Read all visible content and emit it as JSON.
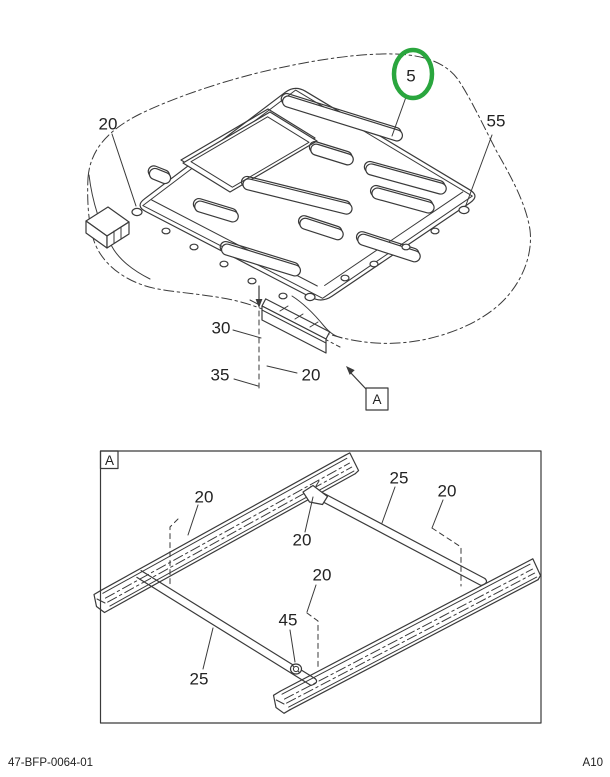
{
  "page": {
    "footer_left": "47-BFP-0064-01",
    "footer_right": "A10"
  },
  "colors": {
    "highlight": "#2aa63e"
  },
  "main_figure": {
    "callouts": {
      "panel": "5",
      "bolt_front_left": "20",
      "bolt_front_right": "55",
      "bracket": "30",
      "washer": "35",
      "bolt_center": "20"
    },
    "detail_marker": "A"
  },
  "detail_figure": {
    "view_label": "A",
    "callouts": {
      "bolt_left": "20",
      "bolt_top": "20",
      "crossmember_upper": "25",
      "bolt_right": "20",
      "bolt_lower": "20",
      "nut": "45",
      "crossmember_lower": "25"
    }
  }
}
